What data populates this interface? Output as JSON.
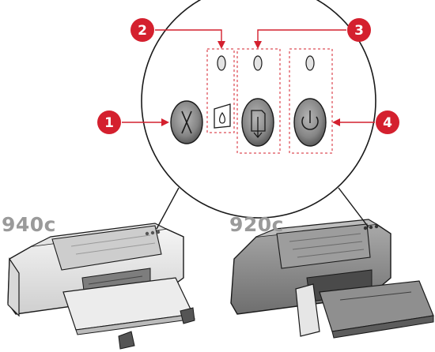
{
  "models": {
    "left": "940c",
    "right": "920c"
  },
  "callouts": [
    "1",
    "2",
    "3",
    "4"
  ],
  "controls": [
    {
      "callout": "1",
      "name": "cancel-button",
      "icon": "x-icon",
      "led": false
    },
    {
      "callout": "2",
      "name": "print-cartridge-status",
      "icon": "ink-drop-icon",
      "led": true
    },
    {
      "callout": "3",
      "name": "resume-button",
      "icon": "page-arrow-icon",
      "led": true
    },
    {
      "callout": "4",
      "name": "power-button",
      "icon": "power-icon",
      "led": true
    }
  ],
  "colors": {
    "callout": "#d4202e",
    "leader": "#d4202e",
    "outline": "#1a1a1a",
    "label": "#9a9a9a",
    "button": "#8a8a8a"
  }
}
